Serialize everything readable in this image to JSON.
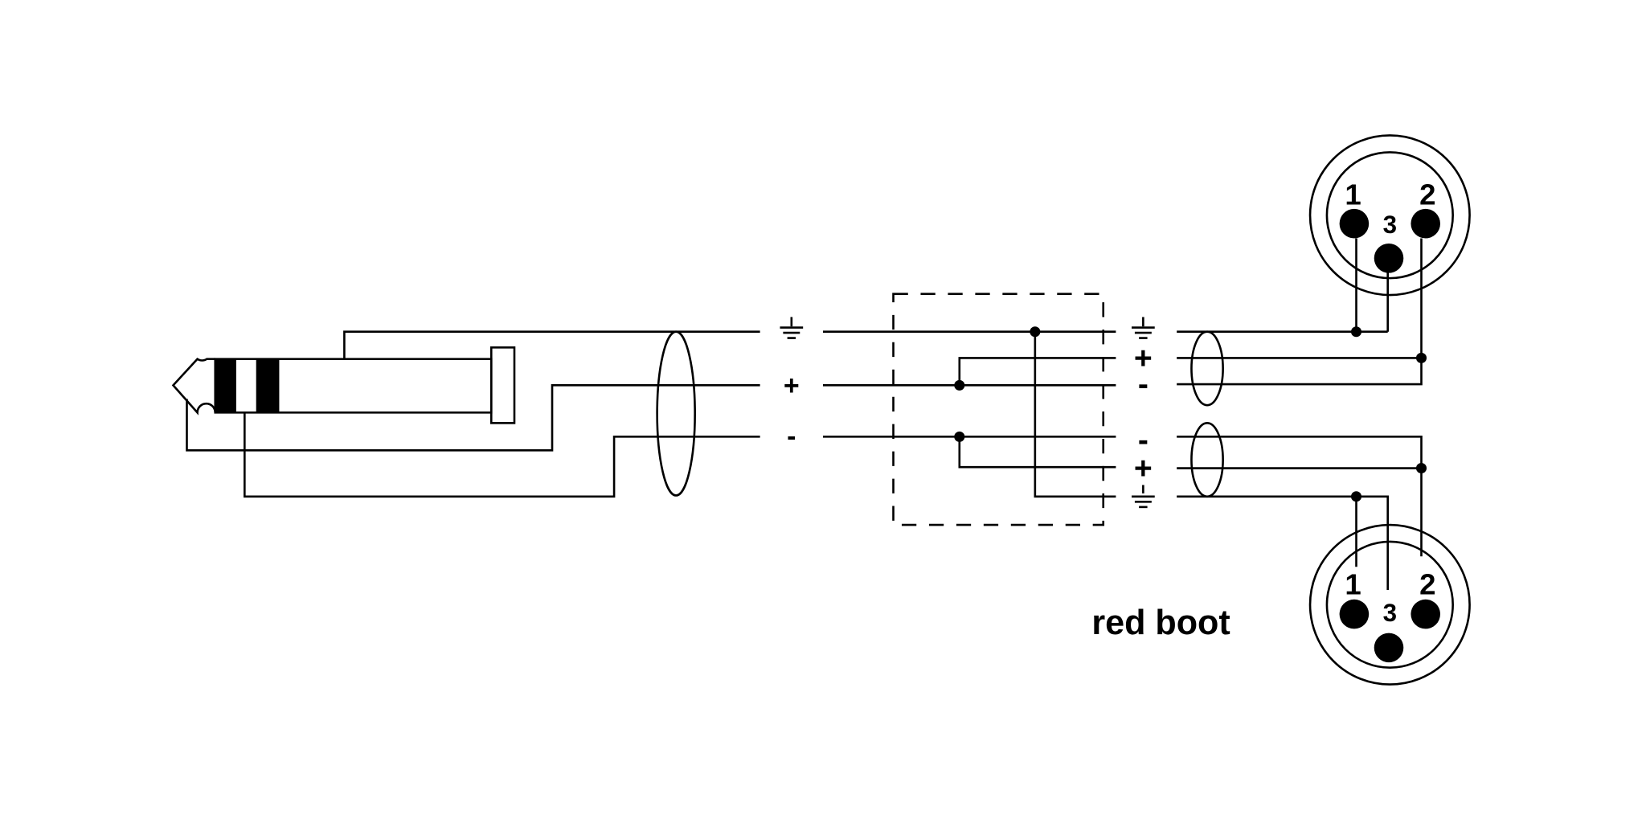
{
  "colors": {
    "line": "#000000",
    "background": "#ffffff"
  },
  "left_symbols": {
    "plus": "+",
    "minus": "-",
    "ground": "ground-icon"
  },
  "right_symbols": {
    "plus": "+",
    "minus": "-",
    "ground": "ground-icon"
  },
  "xlr_top": {
    "pin1": "1",
    "pin2": "2",
    "pin3": "3"
  },
  "xlr_bottom": {
    "pin1": "1",
    "pin2": "2",
    "pin3": "3"
  },
  "note": "red boot"
}
